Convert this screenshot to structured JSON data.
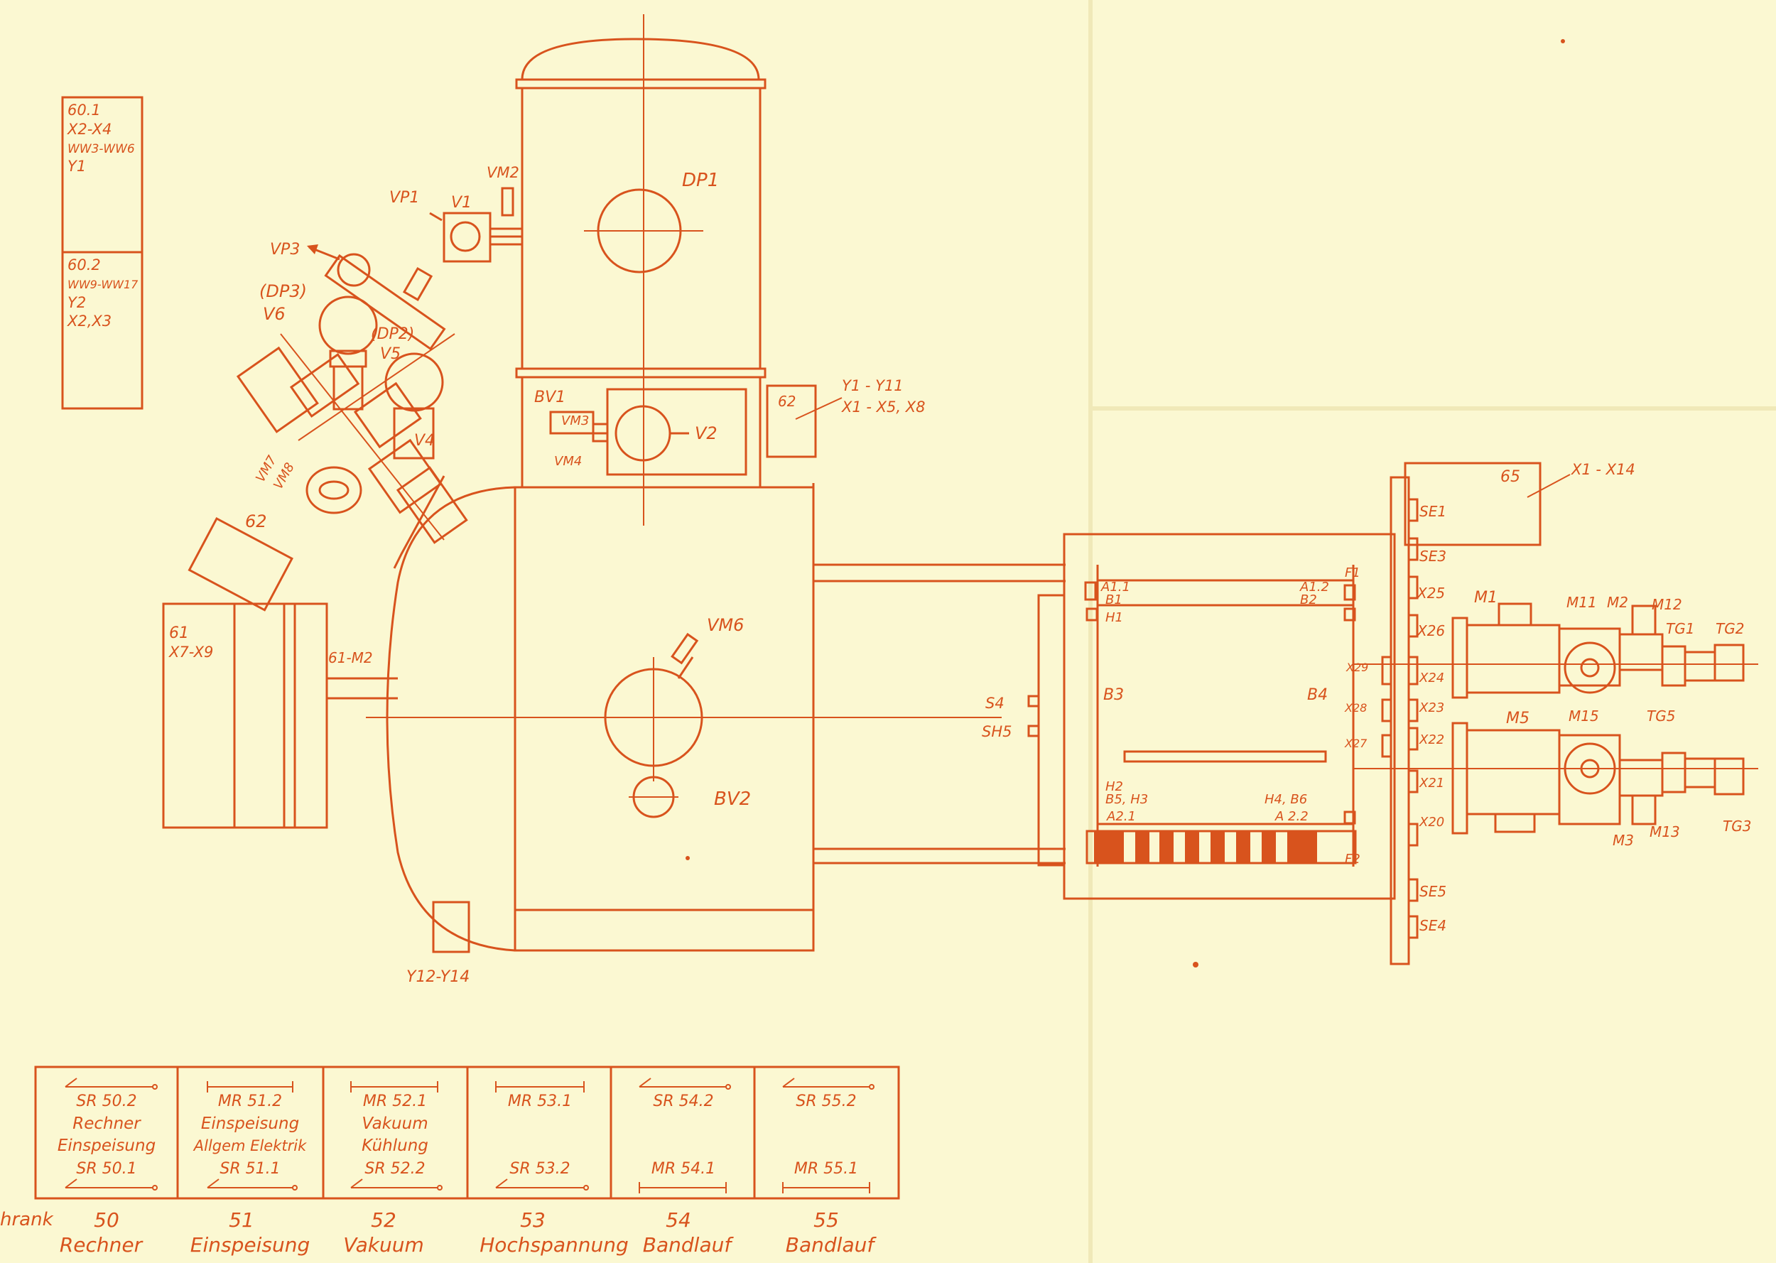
{
  "colors": {
    "paper": "#fbf8d2",
    "ink": "#d8531d",
    "fold": "#f4eec2"
  },
  "legend_boxes": [
    {
      "lines": [
        "60.1",
        "X2-X4",
        "WW3-WW6",
        "Y1"
      ]
    },
    {
      "lines": [
        "60.2",
        "WW9-WW17",
        "Y2",
        "X2,X3"
      ]
    }
  ],
  "labels": {
    "dp1": "DP1",
    "vm2": "VM2",
    "vp1": "VP1",
    "v1": "V1",
    "vp3": "VP3",
    "dp3": "(DP3)",
    "v6": "V6",
    "dp2": "(DP2)",
    "v5": "V5",
    "v4": "V4",
    "vm7": "VM7",
    "vm8": "VM8",
    "box62a": "62",
    "bv1": "BV1",
    "vm3": "VM3",
    "vm4": "VM4",
    "v2": "V2",
    "box62b": "62",
    "y1y11": "Y1 - Y11",
    "x1x5x8": "X1 - X5, X8",
    "box61": "61",
    "x7x9": "X7-X9",
    "m61": "61-M2",
    "vm6": "VM6",
    "bv2": "BV2",
    "y12y14": "Y12-Y14",
    "s4": "S4",
    "sh5": "SH5",
    "a11": "A1.1",
    "b1": "B1",
    "h1": "H1",
    "a12": "A1.2",
    "b2": "B2",
    "f1": "F1",
    "b3": "B3",
    "b4": "B4",
    "h2": "H2",
    "b5h3": "B5, H3",
    "a21": "A2.1",
    "h4b6": "H4, B6",
    "a22": "A 2.2",
    "f2": "F2",
    "x29": "X29",
    "x28": "X28",
    "x27": "X27",
    "box65": "65",
    "x1x14": "X1 - X14",
    "se1": "SE1",
    "se3": "SE3",
    "x25": "X25",
    "x26": "X26",
    "x24": "X24",
    "x23": "X23",
    "x22": "X22",
    "x21": "X21",
    "x20": "X20",
    "se5": "SE5",
    "se4": "SE4",
    "m1": "M1",
    "m11": "M11",
    "m2": "M2",
    "m12": "M12",
    "tg1": "TG1",
    "tg2": "TG2",
    "m5": "M5",
    "m15": "M15",
    "tg5": "TG5",
    "m3": "M3",
    "m13": "M13",
    "tg3": "TG3"
  },
  "cabinet_table": [
    {
      "lines": [
        "SR 50.2",
        "Rechner",
        "Einspeisung",
        "SR 50.1"
      ],
      "number": "50",
      "name": "Rechner"
    },
    {
      "lines": [
        "MR 51.2",
        "Einspeisung",
        "Allgem Elektrik",
        "SR 51.1"
      ],
      "number": "51",
      "name": "Einspeisung"
    },
    {
      "lines": [
        "MR 52.1",
        "Vakuum",
        "Kühlung",
        "SR 52.2"
      ],
      "number": "52",
      "name": "Vakuum"
    },
    {
      "lines": [
        "MR 53.1",
        "",
        "",
        "SR 53.2"
      ],
      "number": "53",
      "name": "Hochspannung"
    },
    {
      "lines": [
        "SR 54.2",
        "",
        "",
        "MR 54.1"
      ],
      "number": "54",
      "name": "Bandlauf"
    },
    {
      "lines": [
        "SR 55.2",
        "",
        "",
        "MR 55.1"
      ],
      "number": "55",
      "name": "Bandlauf"
    }
  ],
  "table_row_label": "hrank"
}
